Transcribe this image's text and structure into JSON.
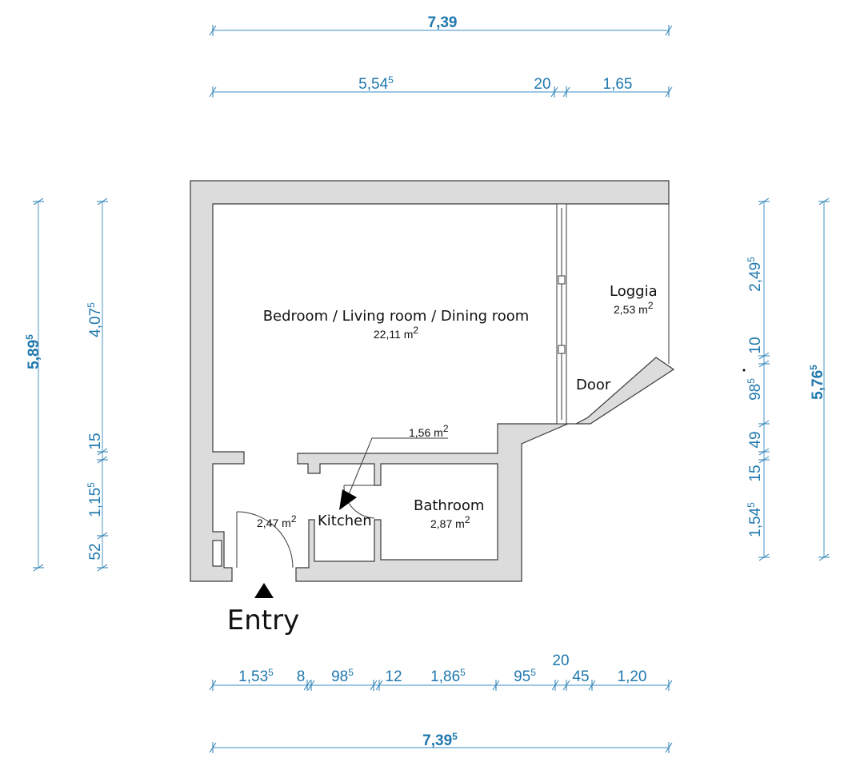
{
  "rooms": {
    "living": {
      "name": "Bedroom / Living room / Dining room",
      "area": "22,11 m",
      "unit_sup": "2"
    },
    "loggia": {
      "name": "Loggia",
      "area": "2,53 m",
      "unit_sup": "2"
    },
    "door_label": "Door",
    "kitchen": {
      "name": "Kitchen",
      "area": "1,56 m",
      "unit_sup": "2"
    },
    "hall": {
      "area": "2,47 m",
      "unit_sup": "2"
    },
    "bathroom": {
      "name": "Bathroom",
      "area": "2,87 m",
      "unit_sup": "2"
    },
    "entry": "Entry"
  },
  "dimensions": {
    "top_total": {
      "main": "7,39",
      "sup": ""
    },
    "top_parts": [
      {
        "main": "5,54",
        "sup": "5"
      },
      {
        "main": "20",
        "sup": ""
      },
      {
        "main": "1,65",
        "sup": ""
      }
    ],
    "left_total": {
      "main": "5,89",
      "sup": "5"
    },
    "left_parts": [
      {
        "main": "4,07",
        "sup": "5"
      },
      {
        "main": "15",
        "sup": ""
      },
      {
        "main": "1,15",
        "sup": "5"
      },
      {
        "main": "52",
        "sup": ""
      }
    ],
    "right_parts": [
      {
        "main": "2,49",
        "sup": "5"
      },
      {
        "main": "10",
        "sup": ""
      },
      {
        "main": "98",
        "sup": "5"
      },
      {
        "main": "49",
        "sup": ""
      },
      {
        "main": "15",
        "sup": ""
      },
      {
        "main": "1,54",
        "sup": "5"
      }
    ],
    "right_total": {
      "main": "5,76",
      "sup": "5"
    },
    "bottom_parts": [
      {
        "main": "1,53",
        "sup": "5"
      },
      {
        "main": "8",
        "sup": ""
      },
      {
        "main": "98",
        "sup": "5"
      },
      {
        "main": "12",
        "sup": ""
      },
      {
        "main": "1,86",
        "sup": "5"
      },
      {
        "main": "95",
        "sup": "5"
      },
      {
        "main": "20",
        "sup": ""
      },
      {
        "main": "45",
        "sup": ""
      },
      {
        "main": "1,20",
        "sup": ""
      }
    ],
    "bottom_total": {
      "main": "7,39",
      "sup": "5"
    }
  },
  "colors": {
    "dimension": "#1f78ad",
    "wall": "#dcdcdc"
  }
}
